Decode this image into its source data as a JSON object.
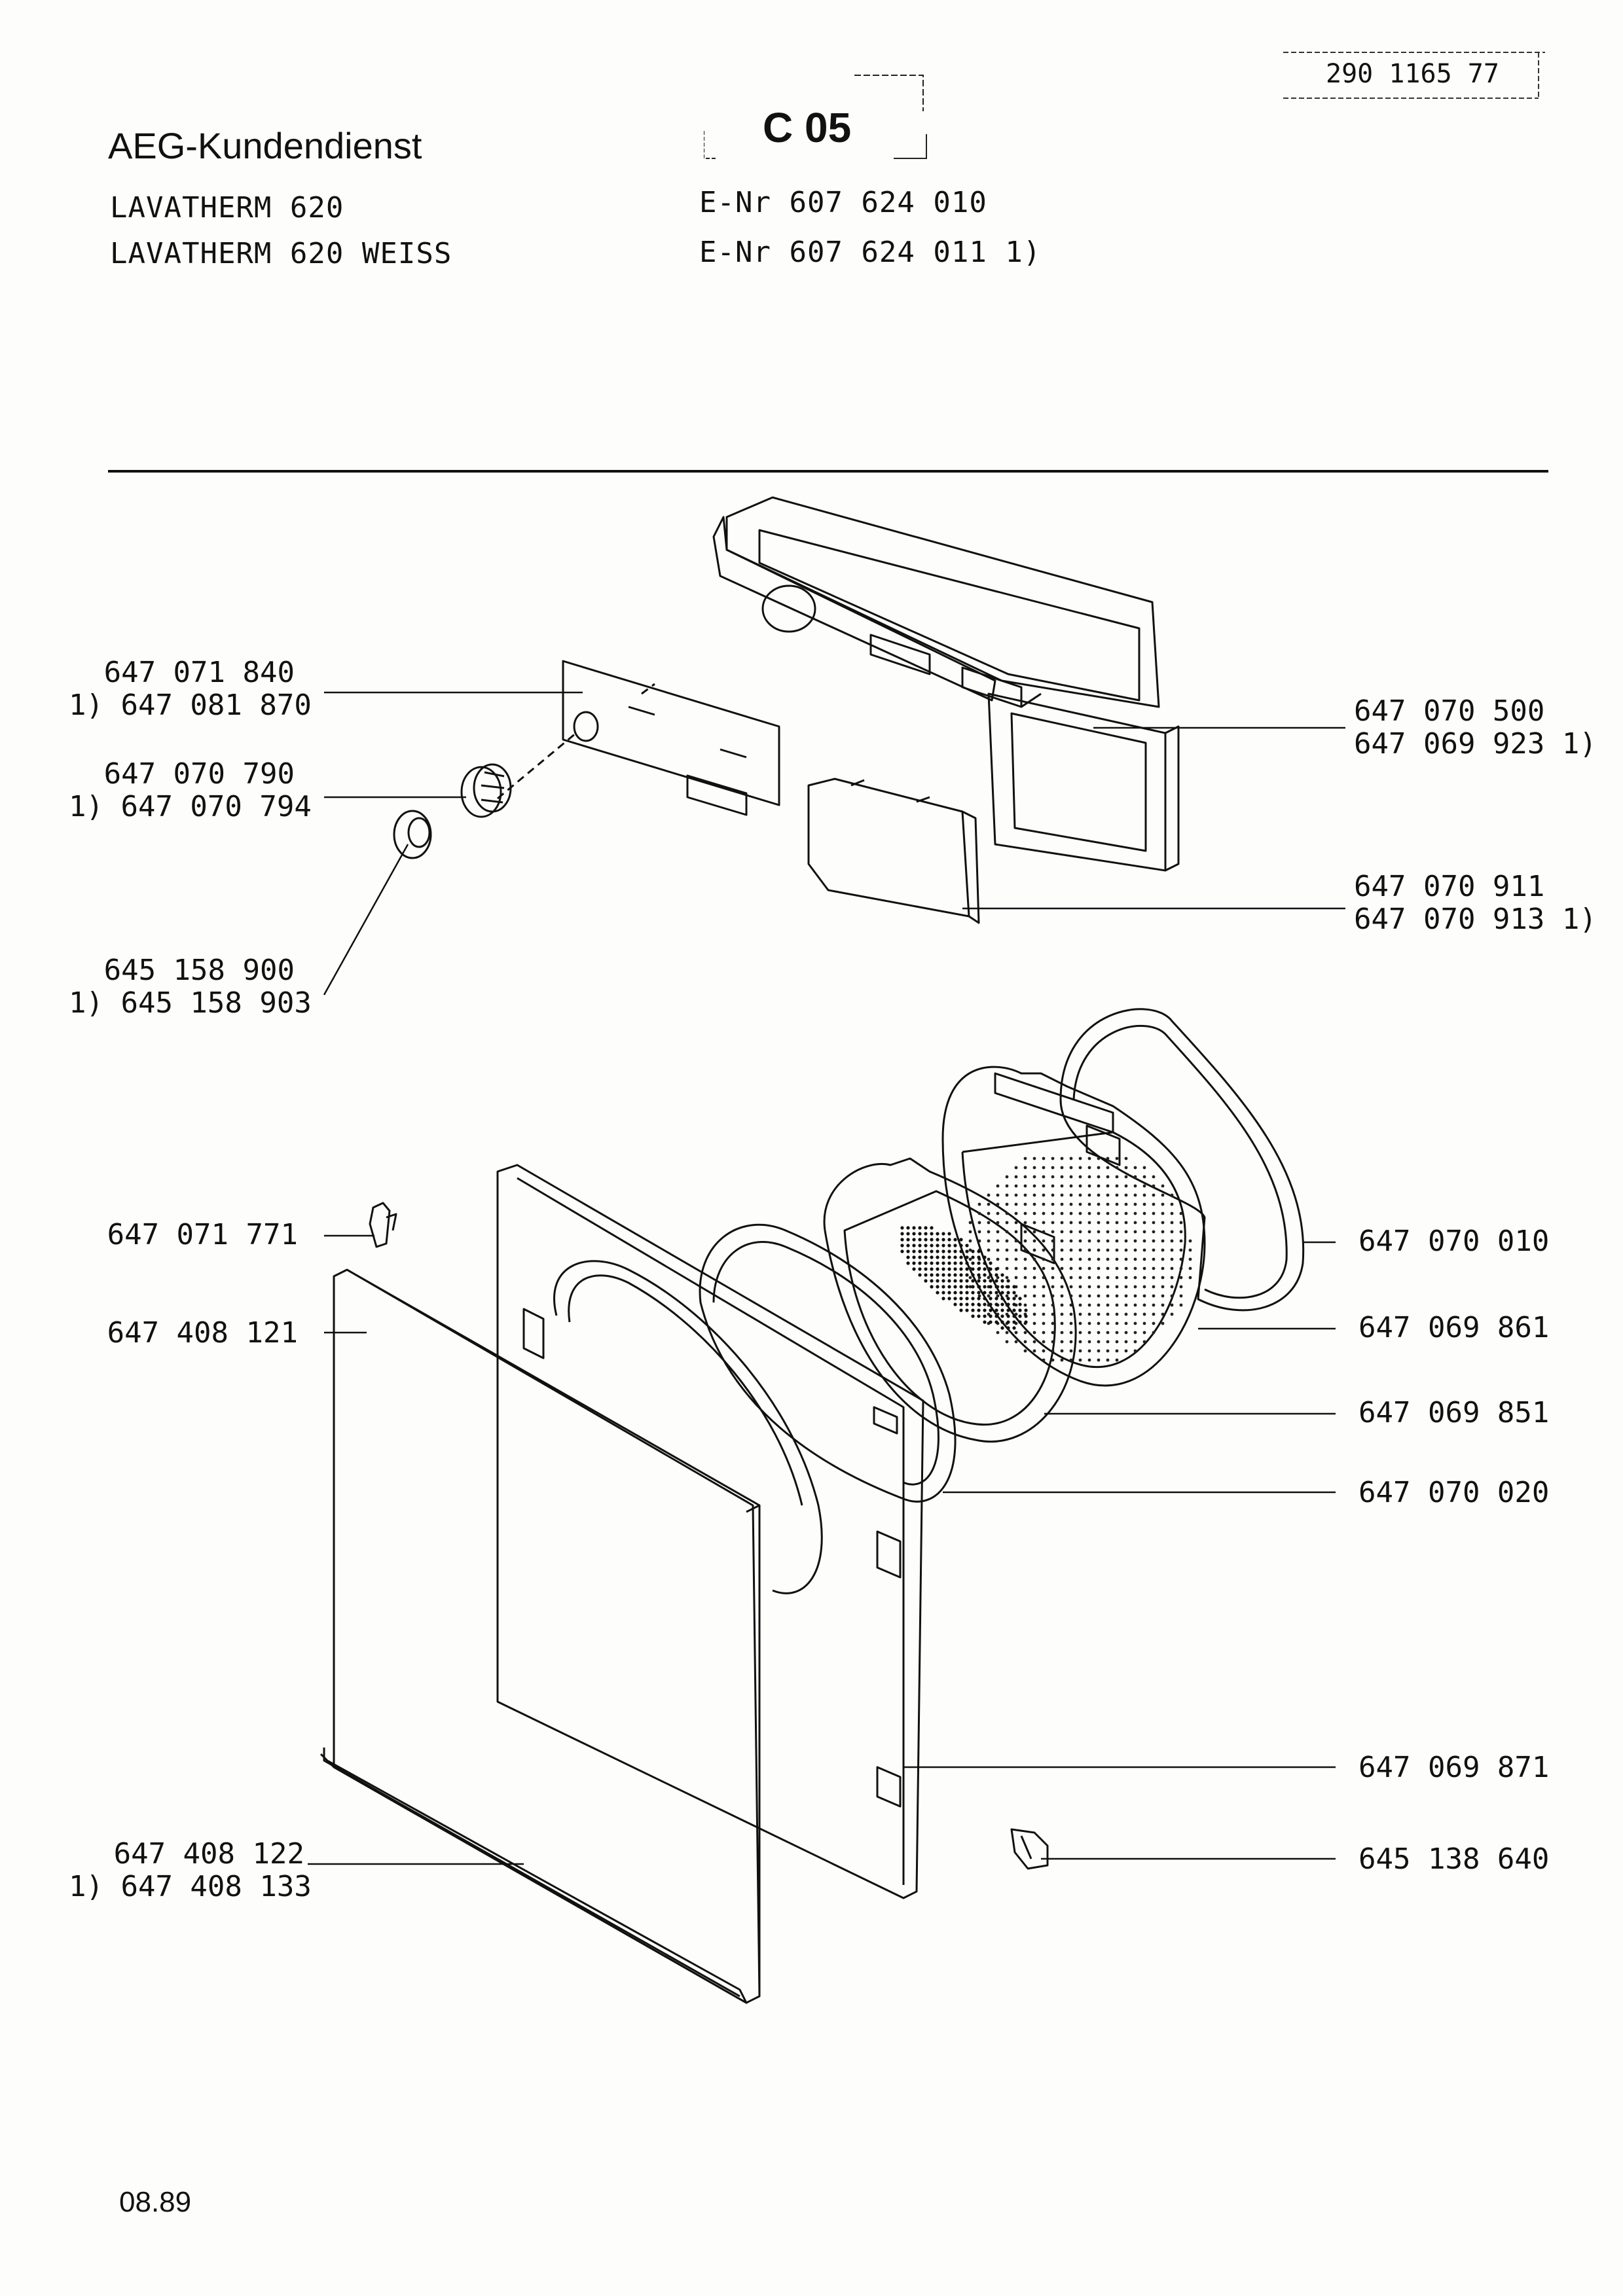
{
  "header": {
    "company": "AEG-Kundendienst",
    "models": [
      "LAVATHERM 620",
      "LAVATHERM 620 WEISS"
    ],
    "section_code": "C 05",
    "enr": [
      "E-Nr 607 624 010",
      "E-Nr 607 624 011 1)"
    ],
    "document_number": "290 1165 77"
  },
  "footer": {
    "date": "08.89"
  },
  "parts": {
    "front_panel": [
      "647 071 840",
      "1) 647 081 870"
    ],
    "knob": [
      "647 070 790",
      "1) 647 070 794"
    ],
    "knob_ring": [
      "645 158 900",
      "1) 645 158 903"
    ],
    "control_panel": [
      "647 070 500",
      "647 069 923 1)"
    ],
    "filter_cover": [
      "647 070 911",
      "647 070 913 1)"
    ],
    "hinge_clip": [
      "647 071 771"
    ],
    "door_panel": [
      "647 408 121"
    ],
    "door_frame": [
      "647 408 122",
      "1) 647 408 133"
    ],
    "door_gasket_outer": [
      "647 070 010"
    ],
    "filter_screen": [
      "647 069 861"
    ],
    "filter_frame": [
      "647 069 851"
    ],
    "door_seal": [
      "647 070 020"
    ],
    "front_frame": [
      "647 069 871"
    ],
    "latch": [
      "645 138 640"
    ]
  }
}
